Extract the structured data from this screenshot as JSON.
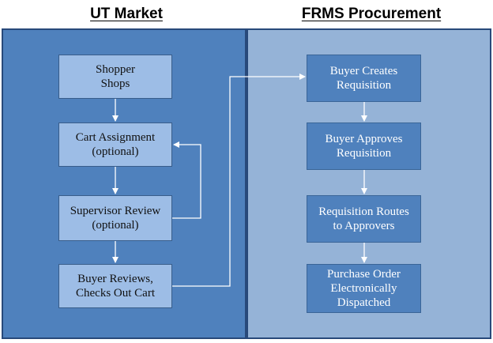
{
  "headings": {
    "left": "UT Market",
    "right": "FRMS Procurement"
  },
  "left_steps": [
    {
      "label": "Shopper\nShops"
    },
    {
      "label": "Cart Assignment\n(optional)"
    },
    {
      "label": "Supervisor Review\n(optional)"
    },
    {
      "label": "Buyer Reviews,\nChecks Out Cart"
    }
  ],
  "right_steps": [
    {
      "label": "Buyer Creates\nRequisition"
    },
    {
      "label": "Buyer Approves\nRequisition"
    },
    {
      "label": "Requisition Routes\nto Approvers"
    },
    {
      "label": "Purchase Order\nElectronically\nDispatched"
    }
  ],
  "colors": {
    "left_panel": "#4f81bd",
    "right_panel": "#95b3d7",
    "left_box": "#9dbde6",
    "right_box": "#4f81bd",
    "connector": "#ffffff"
  }
}
